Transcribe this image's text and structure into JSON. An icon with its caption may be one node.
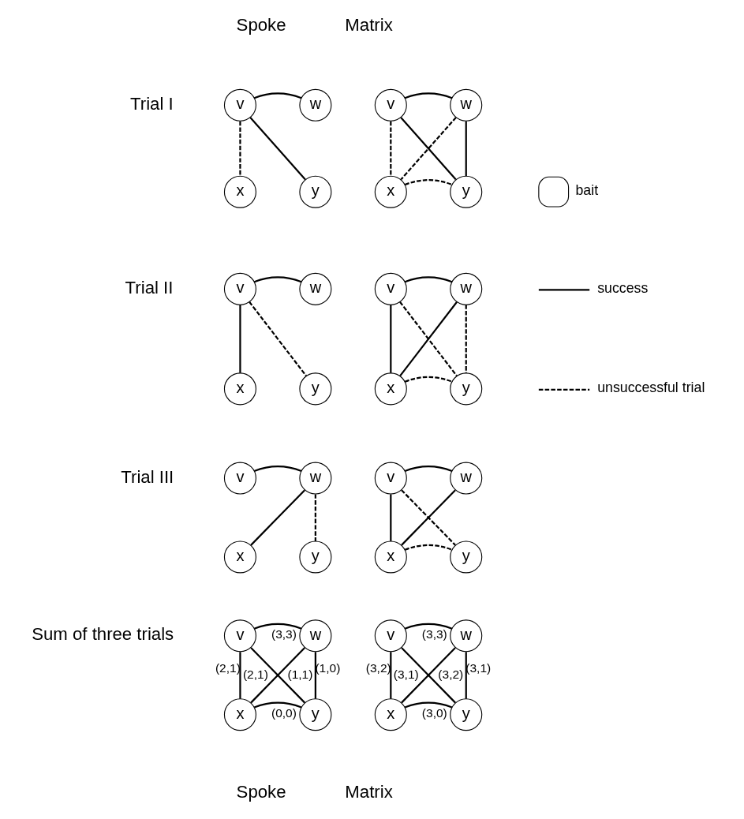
{
  "diagram": {
    "nodes": [
      {
        "text": [
          "v"
        ]
      },
      {
        "text": [
          "w"
        ]
      },
      {
        "text": [
          "x"
        ]
      },
      {
        "text": [
          "y"
        ]
      },
      {
        "text": [
          "v"
        ]
      },
      {
        "text": [
          "w"
        ]
      },
      {
        "text": [
          "x"
        ]
      },
      {
        "text": [
          "y"
        ]
      },
      {
        "text": [
          "v"
        ]
      },
      {
        "text": [
          "w"
        ]
      },
      {
        "text": [
          "x"
        ]
      },
      {
        "text": [
          "y"
        ]
      },
      {
        "text": [
          "v"
        ]
      },
      {
        "text": [
          "w"
        ]
      },
      {
        "text": [
          "x"
        ]
      },
      {
        "text": [
          "y"
        ]
      },
      {
        "text": [
          "v"
        ]
      },
      {
        "text": [
          "w"
        ]
      },
      {
        "text": [
          "x"
        ]
      },
      {
        "text": [
          "y"
        ]
      },
      {
        "text": [
          "v"
        ]
      },
      {
        "text": [
          "w"
        ]
      },
      {
        "text": [
          "x"
        ]
      },
      {
        "text": [
          "y"
        ]
      },
      {
        "text": [
          "v"
        ]
      },
      {
        "text": [
          "w"
        ]
      },
      {
        "text": [
          "x"
        ]
      },
      {
        "text": [
          "y"
        ]
      },
      {
        "text": [
          "v"
        ]
      },
      {
        "text": [
          "w"
        ]
      },
      {
        "text": [
          "x"
        ]
      },
      {
        "text": [
          "y"
        ]
      }
    ],
    "edges": [
      {
        "from": 0,
        "to": 1,
        "arrow": "none"
      },
      {
        "from": 0,
        "to": 3,
        "arrow": "none"
      },
      {
        "from": 0,
        "to": 2,
        "arrow": "none",
        "style": "dashed"
      },
      {
        "from": 4,
        "to": 5,
        "arrow": "none"
      },
      {
        "from": 4,
        "to": 7,
        "arrow": "none"
      },
      {
        "from": 5,
        "to": 7,
        "arrow": "none"
      },
      {
        "from": 4,
        "to": 6,
        "arrow": "none",
        "style": "dashed"
      },
      {
        "from": 5,
        "to": 6,
        "arrow": "none",
        "style": "dashed"
      },
      {
        "from": 6,
        "to": 7,
        "arrow": "none",
        "style": "dashed"
      },
      {
        "from": 8,
        "to": 9,
        "arrow": "none"
      },
      {
        "from": 8,
        "to": 10,
        "arrow": "none"
      },
      {
        "from": 8,
        "to": 11,
        "arrow": "none",
        "style": "dashed"
      },
      {
        "from": 12,
        "to": 13,
        "arrow": "none"
      },
      {
        "from": 12,
        "to": 14,
        "arrow": "none"
      },
      {
        "from": 13,
        "to": 14,
        "arrow": "none"
      },
      {
        "from": 12,
        "to": 15,
        "arrow": "none",
        "style": "dashed"
      },
      {
        "from": 13,
        "to": 15,
        "arrow": "none",
        "style": "dashed"
      },
      {
        "from": 14,
        "to": 15,
        "arrow": "none",
        "style": "dashed"
      },
      {
        "from": 16,
        "to": 17,
        "arrow": "none"
      },
      {
        "from": 17,
        "to": 18,
        "arrow": "none"
      },
      {
        "from": 17,
        "to": 19,
        "arrow": "none",
        "style": "dashed"
      },
      {
        "from": 20,
        "to": 21,
        "arrow": "none"
      },
      {
        "from": 20,
        "to": 22,
        "arrow": "none"
      },
      {
        "from": 21,
        "to": 22,
        "arrow": "none"
      },
      {
        "from": 20,
        "to": 23,
        "arrow": "none",
        "style": "dashed"
      },
      {
        "from": 22,
        "to": 23,
        "arrow": "none",
        "style": "dashed"
      },
      {
        "from": 24,
        "to": 25,
        "arrow": "none",
        "label": "(3,3)"
      },
      {
        "from": 24,
        "to": 27,
        "arrow": "none",
        "label": "(2,1)"
      },
      {
        "from": 25,
        "to": 26,
        "arrow": "none",
        "label": "(1,1)"
      },
      {
        "from": 24,
        "to": 26,
        "arrow": "none",
        "label": "(2,1)"
      },
      {
        "from": 25,
        "to": 27,
        "arrow": "none",
        "label": "(1,0)"
      },
      {
        "from": 26,
        "to": 27,
        "arrow": "none",
        "label": "(0,0)"
      },
      {
        "from": 28,
        "to": 29,
        "arrow": "none",
        "label": "(3,3)"
      },
      {
        "from": 28,
        "to": 31,
        "arrow": "none",
        "label": "(3,1)"
      },
      {
        "from": 29,
        "to": 30,
        "arrow": "none",
        "label": "(3,2)"
      },
      {
        "from": 28,
        "to": 30,
        "arrow": "none",
        "label": "(3,2)"
      },
      {
        "from": 29,
        "to": 31,
        "arrow": "none",
        "label": "(3,1)"
      },
      {
        "from": 30,
        "to": 31,
        "arrow": "none",
        "label": "(3,0)"
      }
    ],
    "labels": [
      "Spoke",
      "Matrix",
      "Trial I",
      "Trial II",
      "Trial III",
      "Sum of three trials",
      "Spoke",
      "Matrix"
    ],
    "legend": [
      {
        "text": "bait"
      },
      {
        "text": "success"
      },
      {
        "text": "unsuccessful trial"
      }
    ]
  }
}
